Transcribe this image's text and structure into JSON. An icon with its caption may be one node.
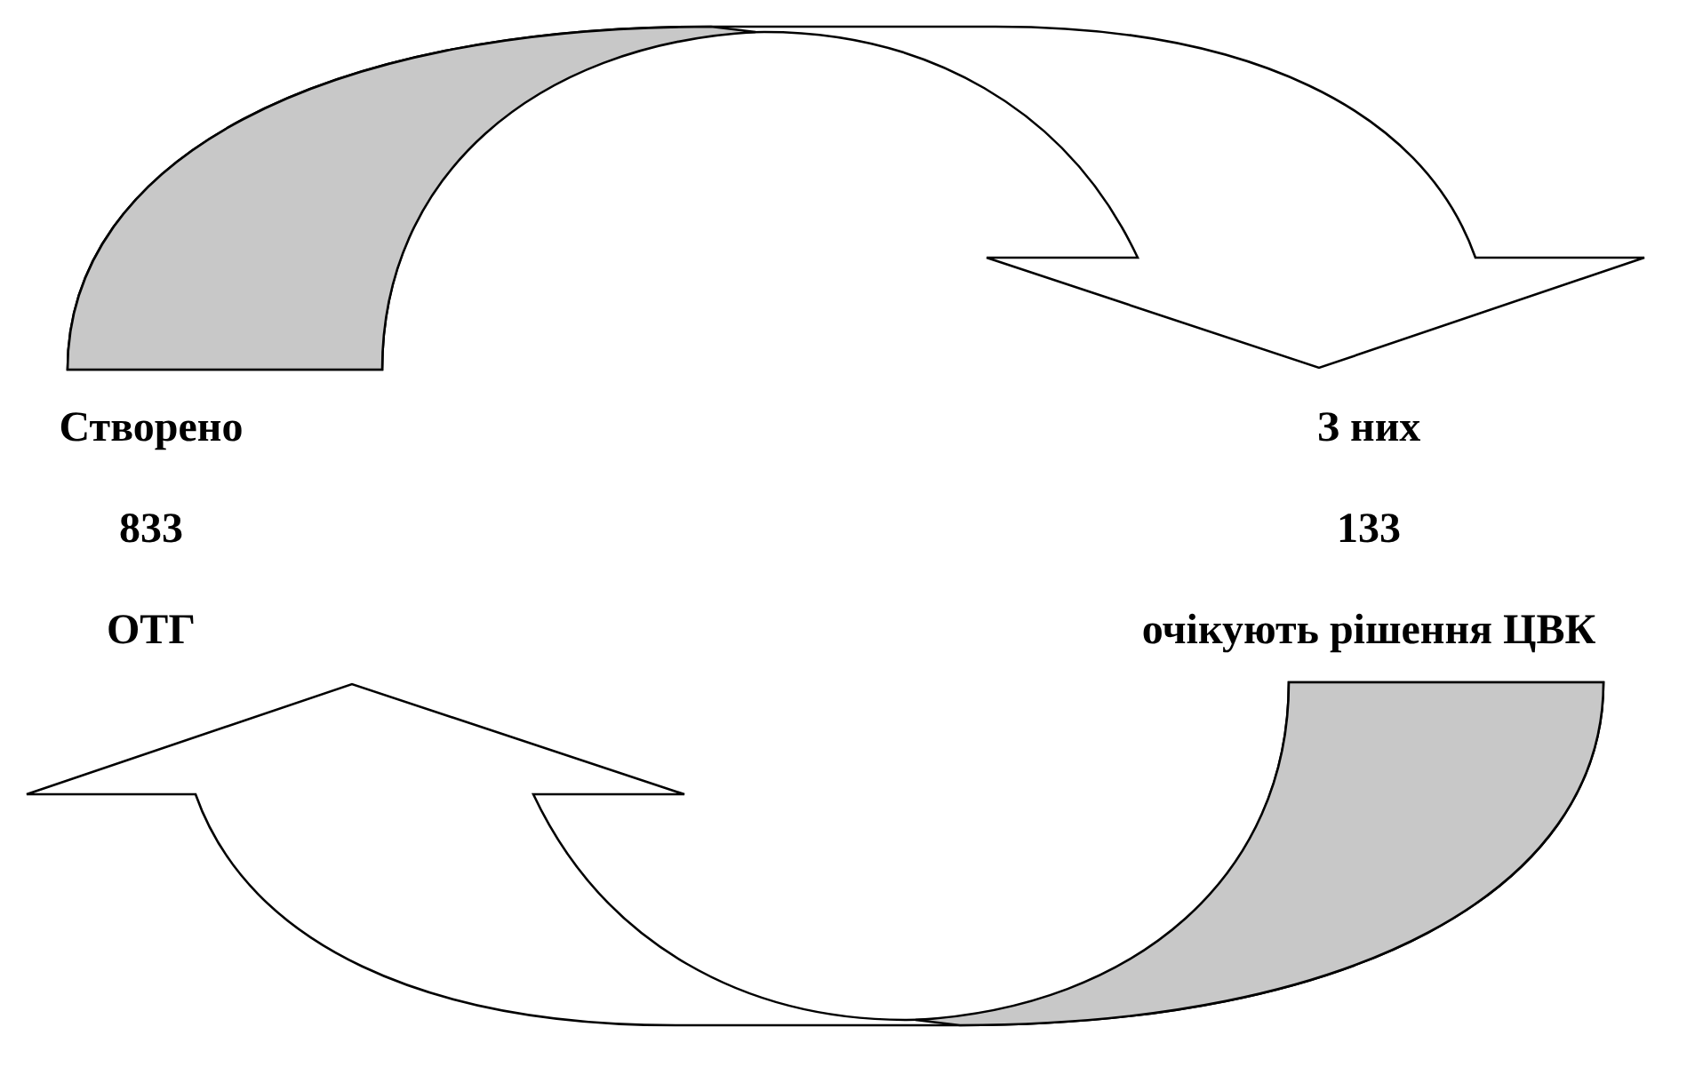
{
  "diagram": {
    "nodes": [
      {
        "text": [
          "Створено",
          "833",
          "ОТГ"
        ]
      },
      {
        "text": [
          "З них",
          "133",
          "очікують рішення ЦВК"
        ]
      }
    ],
    "edges": [
      {
        "from": 0,
        "to": 1,
        "arrow": "to"
      },
      {
        "from": 1,
        "to": 0,
        "arrow": "to"
      }
    ]
  }
}
